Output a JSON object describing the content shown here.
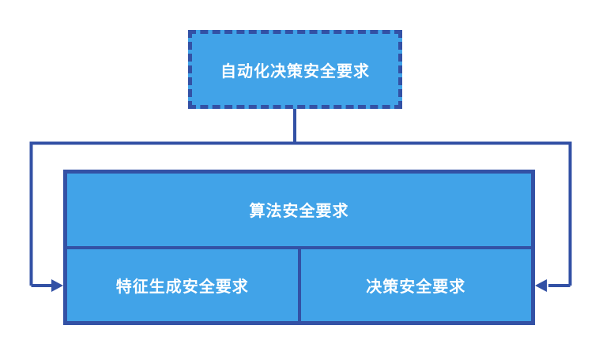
{
  "diagram": {
    "nodes": {
      "top": {
        "label": "自动化决策安全要求"
      },
      "algorithm": {
        "label": "算法安全要求"
      },
      "feature": {
        "label": "特征生成安全要求"
      },
      "decision": {
        "label": "决策安全要求"
      }
    },
    "colors": {
      "fill": "#41a3e8",
      "border": "#3351a5",
      "text": "#ffffff",
      "bg": "#ffffff"
    }
  }
}
